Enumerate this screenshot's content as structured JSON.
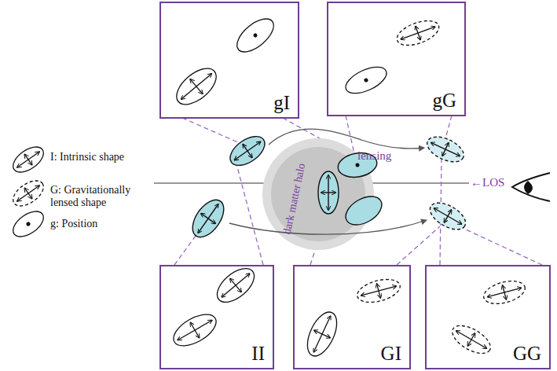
{
  "diagram": {
    "nodes": [
      {
        "text": [
          "gI"
        ]
      },
      {
        "text": [
          "gG"
        ]
      },
      {
        "text": [
          "dark matter halo"
        ]
      },
      {
        "text": [
          "II"
        ]
      },
      {
        "text": [
          "GI"
        ]
      },
      {
        "text": [
          "GG"
        ]
      }
    ],
    "labels": [
      "lensing",
      "←LOS"
    ],
    "legend": [
      {
        "text": "I: Intrinsic shape"
      },
      {
        "text": "G: Gravitationally lensed shape"
      },
      {
        "text": "g: Position"
      }
    ]
  }
}
